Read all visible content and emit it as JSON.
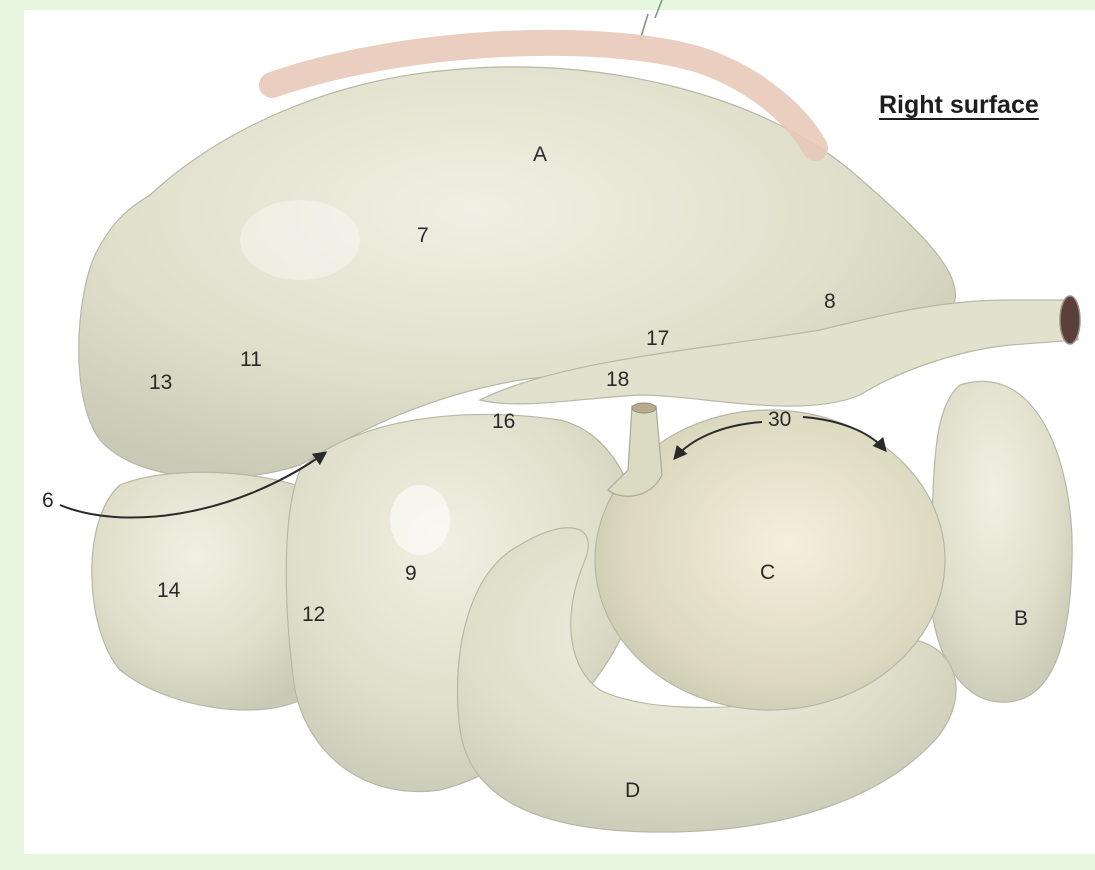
{
  "title": "Right surface",
  "labels": {
    "A": "A",
    "B": "B",
    "C": "C",
    "D": "D",
    "n6": "6",
    "n7": "7",
    "n8": "8",
    "n9": "9",
    "n11": "11",
    "n12": "12",
    "n13": "13",
    "n14": "14",
    "n16": "16",
    "n17": "17",
    "n18": "18",
    "n30": "30"
  },
  "colors": {
    "background": "#e6f6df",
    "organ_fill": "#e4e3d0",
    "organ_shadow": "#c9cbb8",
    "highlight": "#f4efe9",
    "annotation_band": "#e8c9b8",
    "arrow": "#2a2a2a"
  }
}
